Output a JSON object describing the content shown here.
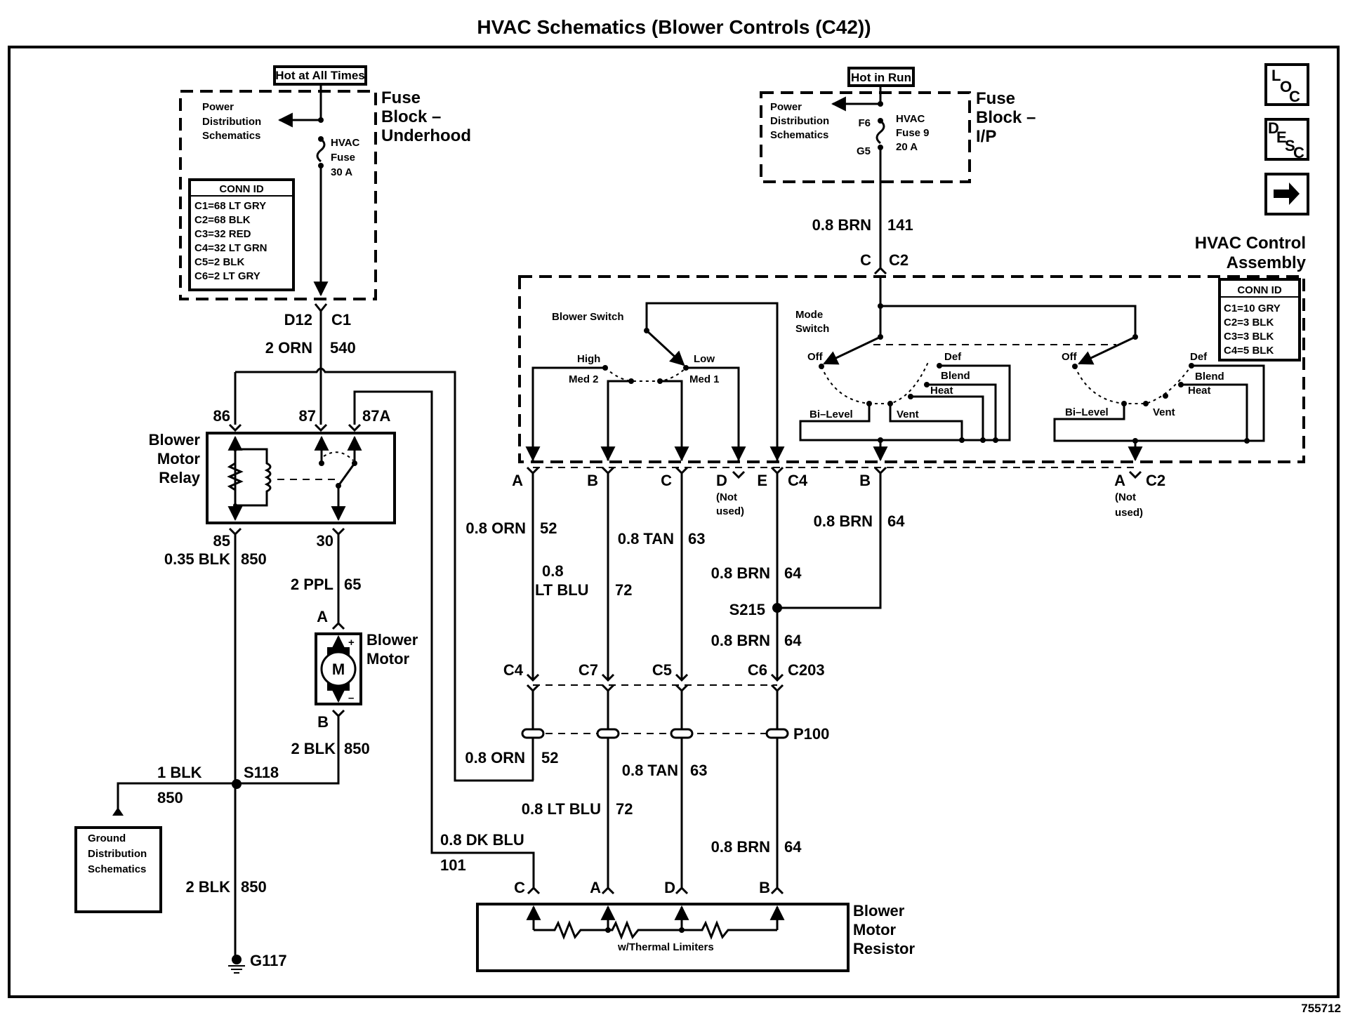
{
  "title": "HVAC Schematics (Blower Controls (C42))",
  "figure_number": "755712",
  "nav_icons": [
    {
      "name": "loc-icon",
      "letters": [
        "L",
        "O",
        "C"
      ]
    },
    {
      "name": "desc-icon",
      "letters": [
        "D",
        "E",
        "S",
        "C"
      ]
    },
    {
      "name": "next-arrow-icon",
      "glyph": "➡"
    }
  ],
  "fuse_block_underhood": {
    "power_label": "Hot at All Times",
    "title_lines": [
      "Fuse",
      "Block –",
      "Underhood"
    ],
    "power_dist_lines": [
      "Power",
      "Distribution",
      "Schematics"
    ],
    "fuse_lines": [
      "HVAC",
      "Fuse",
      "30 A"
    ],
    "conn_id_header": "CONN ID",
    "conn_ids": [
      "C1=68 LT GRY",
      "C2=68 BLK",
      "C3=32 RED",
      "C4=32 LT GRN",
      "C5=2 BLK",
      "C6=2 LT GRY"
    ],
    "connector_pin": "D12",
    "connector": "C1",
    "wire_color": "2 ORN",
    "circuit": "540"
  },
  "fuse_block_ip": {
    "power_label": "Hot in Run",
    "title_lines": [
      "Fuse",
      "Block –",
      "I/P"
    ],
    "power_dist_lines": [
      "Power",
      "Distribution",
      "Schematics"
    ],
    "pin_in": "F6",
    "pin_out": "G5",
    "fuse_lines": [
      "HVAC",
      "Fuse 9",
      "20 A"
    ],
    "wire_color": "0.8 BRN",
    "circuit": "141",
    "connector_pin": "C",
    "connector": "C2"
  },
  "hvac_control_assembly": {
    "title_lines": [
      "HVAC Control",
      "Assembly"
    ],
    "conn_id_header": "CONN ID",
    "conn_ids": [
      "C1=10 GRY",
      "C2=3 BLK",
      "C3=3 BLK",
      "C4=5 BLK"
    ],
    "blower_switch": {
      "label": "Blower Switch",
      "positions": [
        "High",
        "Med 2",
        "Med 1",
        "Low"
      ]
    },
    "mode_switch": {
      "label_lines": [
        "Mode",
        "Switch"
      ],
      "positions": [
        "Off",
        "Bi–Level",
        "Vent",
        "Heat",
        "Blend",
        "Def"
      ]
    },
    "mode_switch_2": {
      "positions": [
        "Off",
        "Bi–Level",
        "Vent",
        "Heat",
        "Blend",
        "Def"
      ]
    },
    "c4_pins": [
      "A",
      "B",
      "C",
      "D",
      "E"
    ],
    "c4_label": "C4",
    "not_used_lines": [
      "(Not",
      "used)"
    ],
    "c2_pin_b": "B",
    "c2_pin_a": "A",
    "c2_label": "C2"
  },
  "blower_motor_relay": {
    "title_lines": [
      "Blower",
      "Motor",
      "Relay"
    ],
    "pins": {
      "p86": "86",
      "p87": "87",
      "p87a": "87A",
      "p85": "85",
      "p30": "30"
    }
  },
  "blower_motor": {
    "title_lines": [
      "Blower",
      "Motor"
    ],
    "symbol": "M",
    "pin_a": "A",
    "pin_b": "B",
    "plus": "+",
    "minus": "–"
  },
  "blower_motor_resistor": {
    "title_lines": [
      "Blower",
      "Motor",
      "Resistor"
    ],
    "note": "w/Thermal Limiters",
    "pins": [
      "C",
      "A",
      "D",
      "B"
    ]
  },
  "ground": {
    "box_lines": [
      "Ground",
      "Distribution",
      "Schematics"
    ],
    "splice": "S118",
    "ground_id": "G117"
  },
  "wires": {
    "w850_relay": {
      "color": "0.35 BLK",
      "circuit": "850"
    },
    "w65": {
      "color": "2 PPL",
      "circuit": "65"
    },
    "w850_motor": {
      "color": "2 BLK",
      "circuit": "850"
    },
    "w850_branch": {
      "color": "1 BLK",
      "circuit": "850"
    },
    "w850_ground": {
      "color": "2 BLK",
      "circuit": "850"
    },
    "w52_upper": {
      "color": "0.8 ORN",
      "circuit": "52"
    },
    "w72_upper": {
      "color_lines": [
        "0.8",
        "LT BLU"
      ],
      "circuit": "72"
    },
    "w63_upper": {
      "color": "0.8 TAN",
      "circuit": "63"
    },
    "w64_upper": {
      "color": "0.8 BRN",
      "circuit": "64"
    },
    "w64_b": {
      "color": "0.8 BRN",
      "circuit": "64"
    },
    "w64_mid": {
      "color": "0.8 BRN",
      "circuit": "64"
    },
    "w52_lower": {
      "color": "0.8 ORN",
      "circuit": "52"
    },
    "w63_lower": {
      "color": "0.8 TAN",
      "circuit": "63"
    },
    "w72_lower": {
      "color": "0.8 LT BLU",
      "circuit": "72"
    },
    "w101": {
      "color": "0.8 DK BLU",
      "circuit": "101"
    },
    "w64_lower": {
      "color": "0.8 BRN",
      "circuit": "64"
    }
  },
  "splices": {
    "s215": "S215"
  },
  "c203": {
    "label": "C203",
    "pins": [
      "C4",
      "C7",
      "C5",
      "C6"
    ]
  },
  "p100": "P100"
}
